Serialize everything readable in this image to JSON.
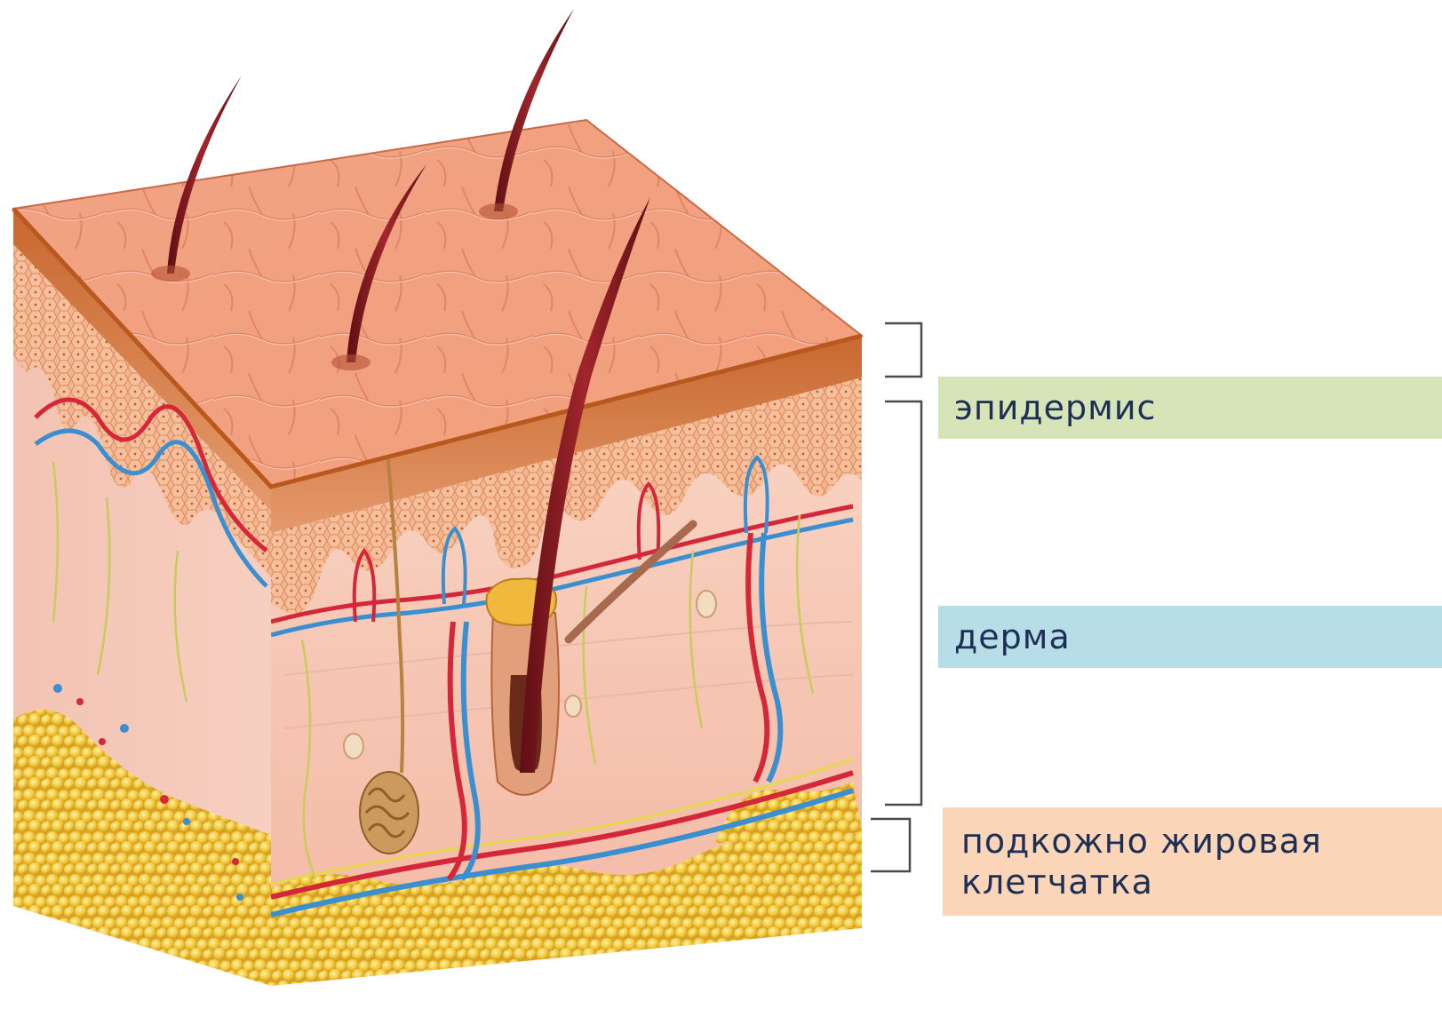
{
  "colors": {
    "epidermis_label_bg": "#d6e4b8",
    "dermis_label_bg": "#b7dde7",
    "subcutis_label_bg": "#fbd5b8",
    "label_text": "#1d2f55",
    "bracket": "#4a4a4a",
    "skin_top": "#f2a07f",
    "skin_dark": "#c8743c",
    "dermis": "#f6cbb8",
    "fat": "#f0c43a",
    "artery": "#d4283a",
    "vein": "#3a8fd0",
    "nerve": "#c8cc5c",
    "hair": "#8a1d22"
  },
  "labels": {
    "epidermis": "эпидермис",
    "dermis": "дерма",
    "subcutis_line1": "подкожно жировая",
    "subcutis_line2": "клетчатка"
  },
  "icons": {
    "skin_block": "skin-cross-section-illustration",
    "bracket": "square-bracket"
  }
}
